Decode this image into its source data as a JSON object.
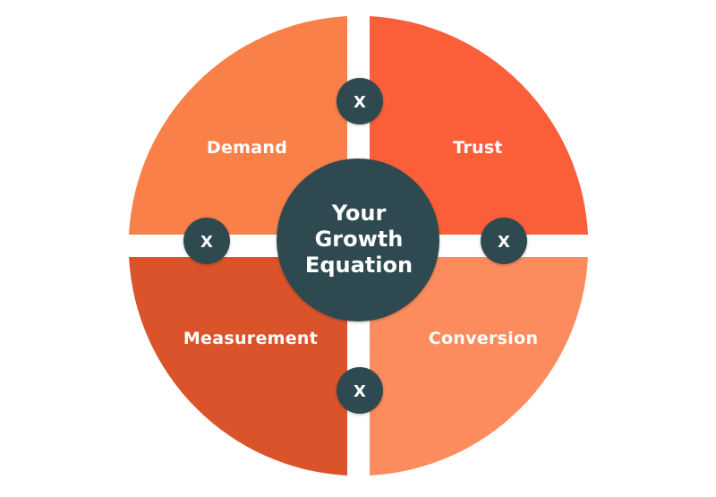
{
  "diagram": {
    "center": {
      "lines": [
        "Your",
        "Growth",
        "Equation"
      ]
    },
    "quadrants": {
      "top_left": "Demand",
      "top_right": "Trust",
      "bottom_left": "Measurement",
      "bottom_right": "Conversion"
    },
    "operators": {
      "top": "X",
      "left": "X",
      "right": "X",
      "bottom": "X"
    },
    "colors": {
      "quad_top_left": "#FA8049",
      "quad_top_right": "#FA5F3A",
      "quad_bottom_left": "#DB532A",
      "quad_bottom_right": "#FC8C5E",
      "center_circle": "#2D4A4F",
      "operator_circle": "#2D4A4F",
      "label_text": "#FFFFFF",
      "background": "#FFFFFF"
    }
  }
}
